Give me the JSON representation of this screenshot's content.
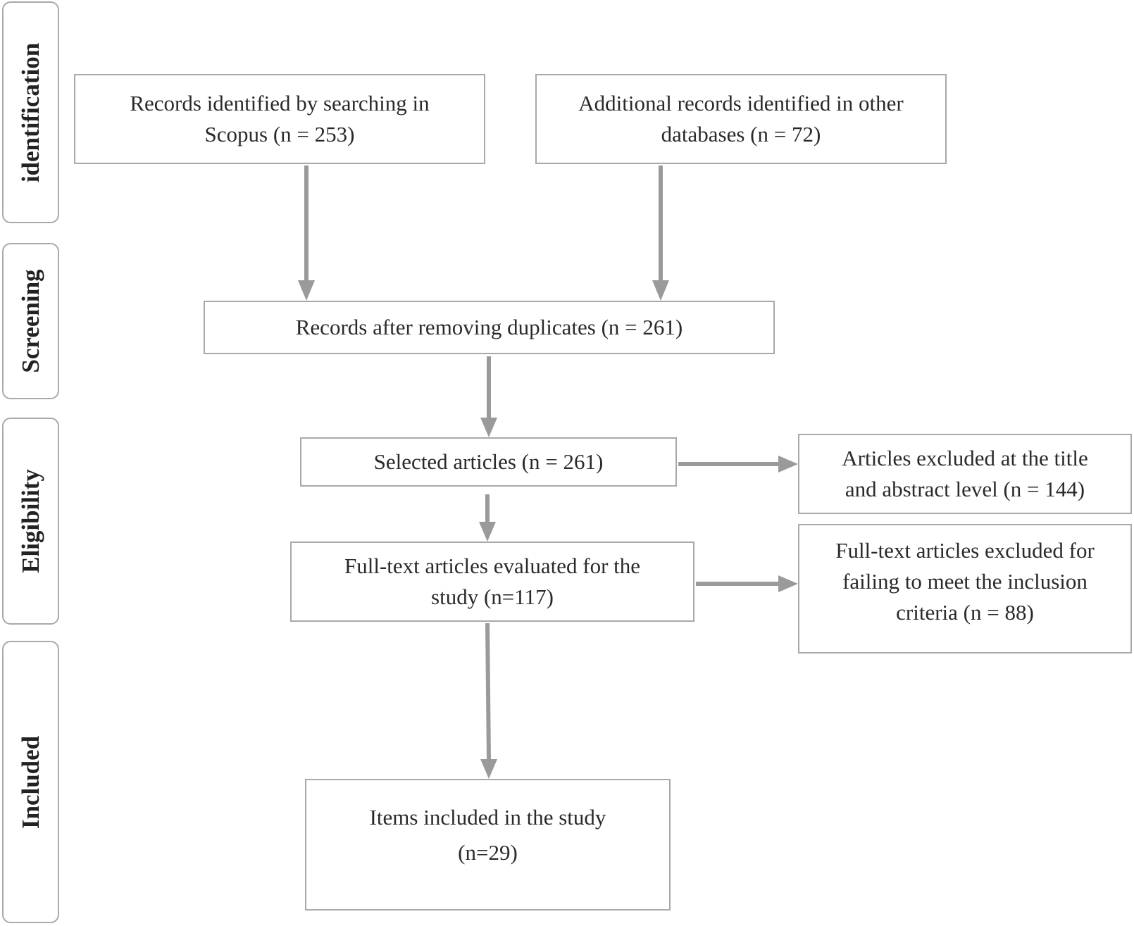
{
  "phases": {
    "identification": "identification",
    "screening": "Screening",
    "eligibility": "Eligibility",
    "included": "Included"
  },
  "boxes": {
    "scopus": {
      "line1": "Records identified by searching in",
      "line2": "Scopus (n = 253)"
    },
    "other_databases": {
      "line1": "Additional records identified in other",
      "line2": "databases (n = 72)"
    },
    "after_duplicates": {
      "line1": "Records after removing duplicates (n = 261)"
    },
    "selected_articles": {
      "line1": "Selected articles (n = 261)"
    },
    "excluded_title_abstract": {
      "line1": "Articles excluded at the title",
      "line2": "and abstract level (n = 144)"
    },
    "full_text_evaluated": {
      "line1": "Full-text articles evaluated for the",
      "line2": "study (n=117)"
    },
    "full_text_excluded": {
      "line1": "Full-text articles excluded for",
      "line2": "failing to meet the inclusion",
      "line3": "criteria (n = 88)"
    },
    "included_items": {
      "line1": "Items included in the study",
      "line2": "(n=29)"
    }
  },
  "colors": {
    "border": "#a9a9a9",
    "arrow": "#9a9a9a",
    "text": "#2a2a2a"
  }
}
